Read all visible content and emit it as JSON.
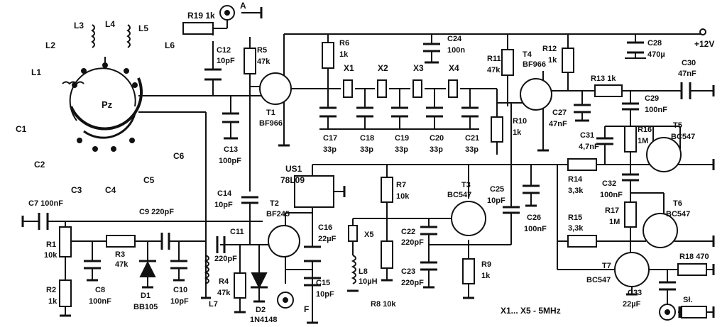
{
  "rotary_switch": {
    "label": "Pz",
    "inductors": [
      "L1",
      "L2",
      "L3",
      "L4",
      "L5",
      "L6"
    ],
    "capacitors": [
      "C1",
      "C2",
      "C3",
      "C4",
      "C5",
      "C6"
    ]
  },
  "labels": {
    "r19": "R19 1k",
    "a": "A",
    "c12a": "C12",
    "c12b": "10pF",
    "r5a": "R5",
    "r5b": "47k",
    "c13a": "C13",
    "c13b": "100pF",
    "t1a": "T1",
    "t1b": "BF966",
    "r6a": "R6",
    "r6b": "1k",
    "c24a": "C24",
    "c24b": "100n",
    "x1": "X1",
    "x2": "X2",
    "x3": "X3",
    "x4": "X4",
    "x5": "X5",
    "r11a": "R11",
    "r11b": "47k",
    "t4a": "T4",
    "t4b": "BF966",
    "r12a": "R12",
    "r12b": "1k",
    "c28a": "C28",
    "c28b": "470µ",
    "plus12": "+12V",
    "c30a": "C30",
    "c30b": "47nF",
    "r13": "R13 1k",
    "c29a": "C29",
    "c29b": "100nF",
    "c27a": "C27",
    "c27b": "47nF",
    "r10a": "R10",
    "r10b": "1k",
    "c17a": "C17",
    "c17b": "33p",
    "c18a": "C18",
    "c18b": "33p",
    "c19a": "C19",
    "c19b": "33p",
    "c20a": "C20",
    "c20b": "33p",
    "c21a": "C21",
    "c21b": "33p",
    "c31a": "C31",
    "c31b": "4,7nF",
    "r16a": "R16",
    "r16b": "1M",
    "t5a": "T5",
    "t5b": "BC547",
    "us1a": "US1",
    "us1b": "78L09",
    "r14a": "R14",
    "r14b": "3,3k",
    "c32a": "C32",
    "c32b": "100nF",
    "r7a": "R7",
    "r7b": "10k",
    "t3a": "T3",
    "t3b": "BC547",
    "c25a": "C25",
    "c25b": "10pF",
    "r17a": "R17",
    "r17b": "1M",
    "t6a": "T6",
    "t6b": "BC547",
    "r15a": "R15",
    "r15b": "3,3k",
    "c14a": "C14",
    "c14b": "10pF",
    "c7": "C7 100nF",
    "c9": "C9 220pF",
    "t2a": "T2",
    "t2b": "BF245",
    "r1a": "R1",
    "r1b": "10k",
    "r3a": "R3",
    "r3b": "47k",
    "c11": "C11",
    "c11b": "220pF",
    "c16a": "C16",
    "c16b": "22µF",
    "c22a": "C22",
    "c22b": "220pF",
    "c26a": "C26",
    "c26b": "100nF",
    "r2a": "R2",
    "r2b": "1k",
    "c8a": "C8",
    "c8b": "100nF",
    "d1a": "D1",
    "d1b": "BB105",
    "c10a": "C10",
    "c10b": "10pF",
    "l7": "L7",
    "r4a": "R4",
    "r4b": "47k",
    "d2a": "D2",
    "d2b": "1N4148",
    "f": "F",
    "c15a": "C15",
    "c15b": "10pF",
    "l8a": "L8",
    "l8b": "10µH",
    "r8": "R8 10k",
    "c23a": "C23",
    "c23b": "220pF",
    "r9a": "R9",
    "r9b": "1k",
    "t7a": "T7",
    "t7b": "BC547",
    "r18": "R18 470",
    "c33a": "C33",
    "c33b": "22µF",
    "sl": "Sł.",
    "note": "X1... X5 - 5MHz"
  }
}
